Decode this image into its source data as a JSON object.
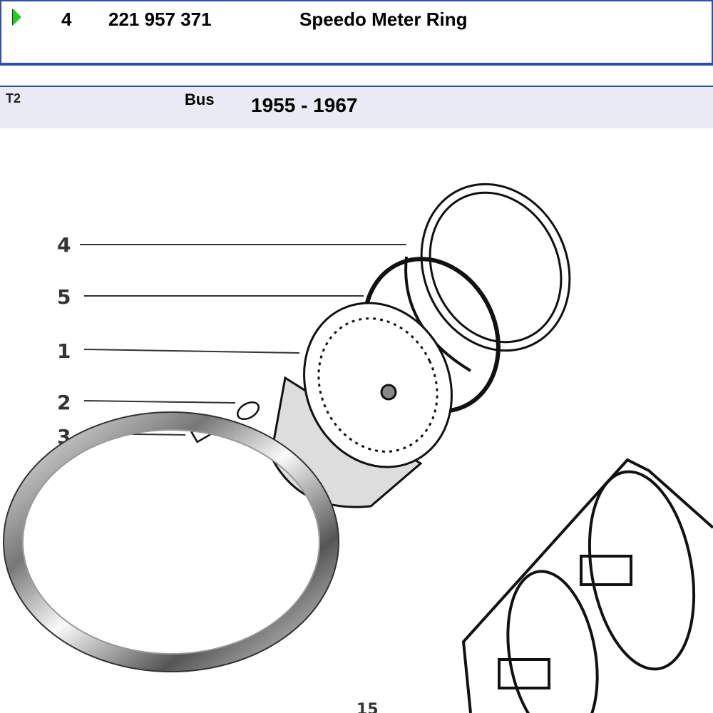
{
  "part": {
    "position": "4",
    "number": "221 957 371",
    "description": "Speedo Meter Ring",
    "indicator_color": "#22cc22"
  },
  "model": {
    "code": "T2",
    "type": "Bus",
    "years": "1955 - 1967"
  },
  "diagram": {
    "callouts": [
      "4",
      "5",
      "1",
      "2",
      "3",
      "15"
    ]
  },
  "colors": {
    "accent": "#2f4fa8",
    "model_row_bg": "#e8ebf3"
  }
}
